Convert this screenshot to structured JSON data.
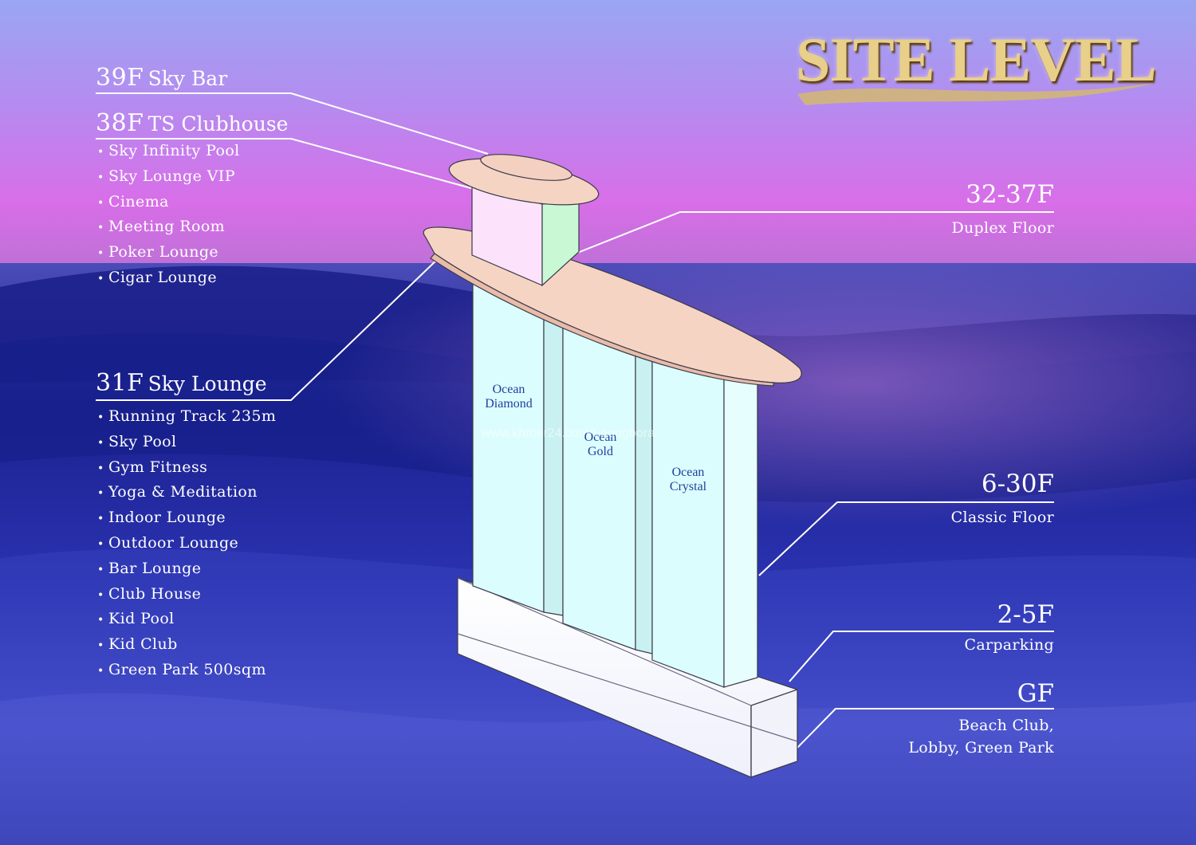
{
  "title": "SITE LEVEL",
  "left": {
    "f39": {
      "num": "39F",
      "name": "Sky Bar"
    },
    "f38": {
      "num": "38F",
      "name": "TS Clubhouse",
      "items": [
        "Sky Infinity Pool",
        "Sky Lounge VIP",
        "Cinema",
        "Meeting Room",
        "Poker Lounge",
        "Cigar Lounge"
      ]
    },
    "f31": {
      "num": "31F",
      "name": "Sky Lounge",
      "items": [
        "Running Track 235m",
        "Sky Pool",
        "Gym Fitness",
        "Yoga & Meditation",
        "Indoor Lounge",
        "Outdoor Lounge",
        "Bar Lounge",
        "Club House",
        "Kid Pool",
        "Kid Club",
        "Green Park 500sqm"
      ]
    }
  },
  "right": {
    "duplex": {
      "num": "32-37F",
      "label": "Duplex Floor"
    },
    "classic": {
      "num": "6-30F",
      "label": "Classic Floor"
    },
    "parking": {
      "num": "2-5F",
      "label": "Carparking"
    },
    "ground": {
      "num": "GF",
      "label1": "Beach Club,",
      "label2": "Lobby, Green Park"
    }
  },
  "towers": {
    "diamond": [
      "Ocean",
      "Diamond"
    ],
    "gold": [
      "Ocean",
      "Gold"
    ],
    "crystal": [
      "Ocean",
      "Crystal"
    ]
  },
  "watermark": "www.khmer24.com/t-gongbora",
  "colors": {
    "sky_top": "#9c9ff0",
    "sky_mid": "#d868e8",
    "sea": "#222a9a",
    "title_gold": "#e8cf8a",
    "deck": "#f6d4c4",
    "tower": "#dcfdfd",
    "clubhouse_pink": "#fde2fb",
    "clubhouse_green": "#c8f8d4",
    "podium": "#fbfaff",
    "tower_text": "#1f3fa0"
  }
}
